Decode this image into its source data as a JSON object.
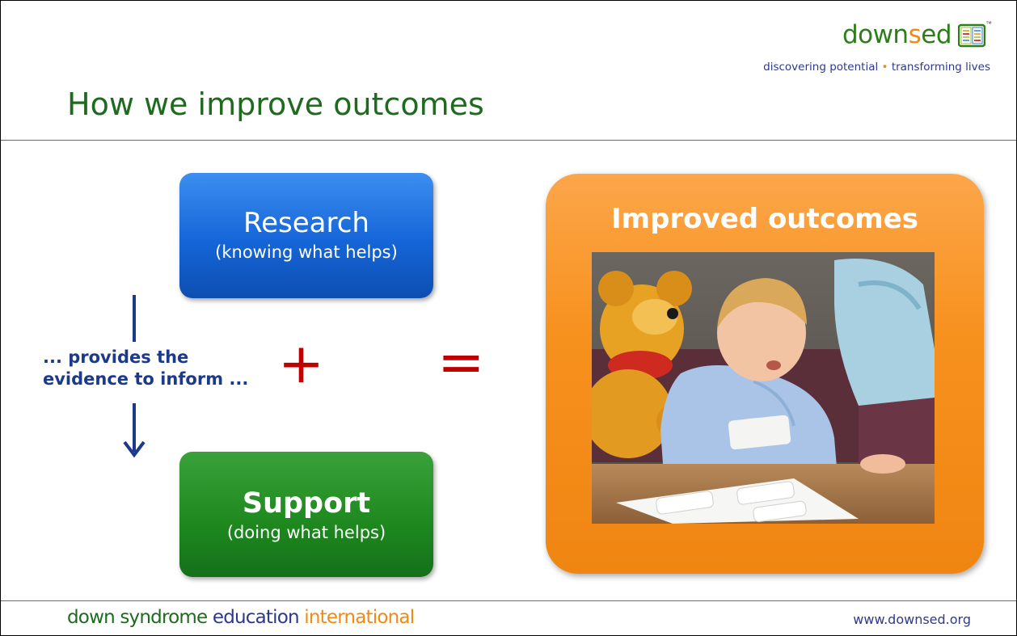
{
  "logo": {
    "word_part1": "down",
    "word_highlight": "s",
    "word_part2": "ed",
    "trademark": "™",
    "tagline_left": "discovering potential",
    "tagline_sep": "•",
    "tagline_right": "transforming lives",
    "icon": "book-icon"
  },
  "title": "How we improve outcomes",
  "research_box": {
    "heading": "Research",
    "subheading": "(knowing what helps)"
  },
  "support_box": {
    "heading": "Support",
    "subheading": "(doing what helps)"
  },
  "connector": {
    "line1": "... provides the",
    "line2": "evidence to inform ..."
  },
  "operators": {
    "plus": "+",
    "equals": "="
  },
  "outcome_box": {
    "heading": "Improved outcomes",
    "photo": "child-reading-cards-photo"
  },
  "footer": {
    "brand_part1": "down syndrome",
    "brand_part2": "education",
    "brand_part3": "international",
    "url": "www.downsed.org"
  },
  "colors": {
    "title_green": "#1e6b1e",
    "accent_orange": "#f08a12",
    "navy": "#1b3a8a",
    "operator_red": "#c00000",
    "research_blue": "#1565d8",
    "support_green": "#1f8a1f",
    "rule_blue": "#4a70b0"
  }
}
